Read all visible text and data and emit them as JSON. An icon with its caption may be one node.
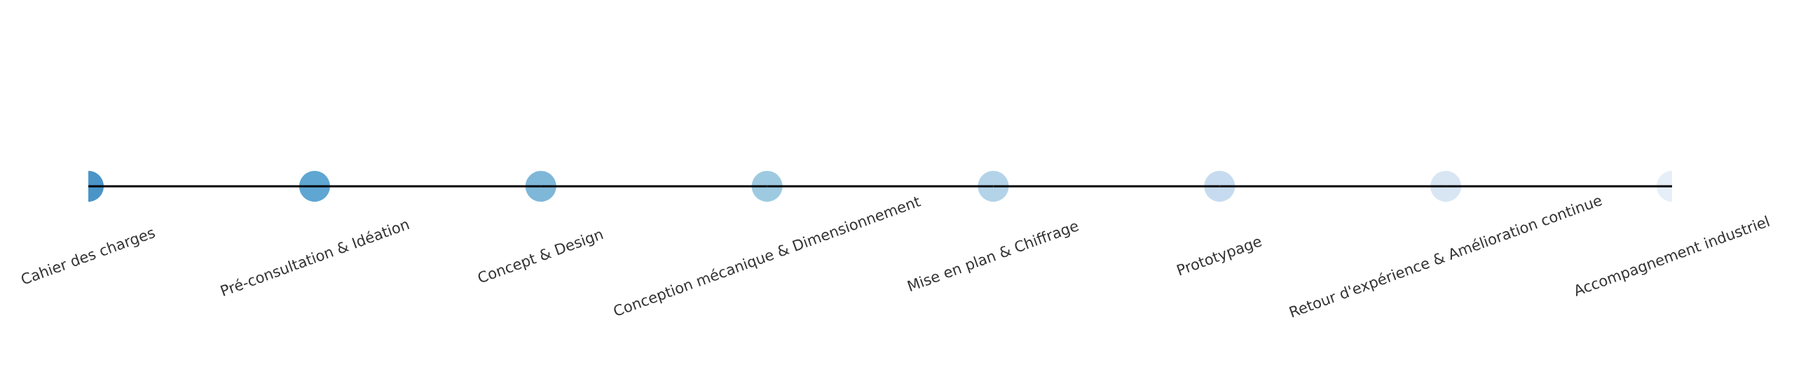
{
  "diagram": {
    "nodes": [
      {
        "text": [],
        "shape": "circle",
        "beside": [
          "Cahier des charges"
        ]
      },
      {
        "text": [],
        "shape": "circle",
        "beside": [
          "Pré-consultation & Idéation"
        ]
      },
      {
        "text": [],
        "shape": "circle",
        "beside": [
          "Concept & Design"
        ]
      },
      {
        "text": [],
        "shape": "circle",
        "beside": [
          "Conception mécanique & Dimensionnement"
        ]
      },
      {
        "text": [],
        "shape": "circle",
        "beside": [
          "Mise en plan & Chiffrage"
        ]
      },
      {
        "text": [],
        "shape": "circle",
        "beside": [
          "Prototypage"
        ]
      },
      {
        "text": [],
        "shape": "circle",
        "beside": [
          "Retour d'expérience & Amélioration continue"
        ]
      },
      {
        "text": [],
        "shape": "circle",
        "beside": [
          "Accompagnement industriel"
        ]
      }
    ],
    "edges": [
      {
        "from": 0,
        "to": 1,
        "arrow": "none"
      },
      {
        "from": 1,
        "to": 2,
        "arrow": "none"
      },
      {
        "from": 2,
        "to": 3,
        "arrow": "none"
      },
      {
        "from": 3,
        "to": 4,
        "arrow": "none"
      },
      {
        "from": 4,
        "to": 5,
        "arrow": "none"
      },
      {
        "from": 5,
        "to": 6,
        "arrow": "none"
      },
      {
        "from": 6,
        "to": 7,
        "arrow": "none"
      }
    ]
  }
}
